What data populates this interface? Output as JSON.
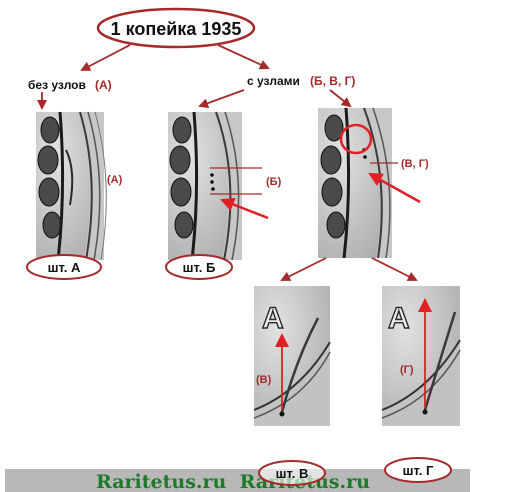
{
  "title": "1 копейка 1935",
  "branch_left": {
    "text": "без узлов",
    "code": "(А)"
  },
  "branch_right": {
    "text": "с узлами",
    "code": "(Б, В, Г)"
  },
  "annotations": {
    "a": "(А)",
    "b": "(Б)",
    "vg": "(В, Г)",
    "v": "(В)",
    "g": "(Г)"
  },
  "dies": {
    "a": "шт. А",
    "b": "шт. Б",
    "v": "шт. В",
    "g": "шт. Г"
  },
  "letter_on_coin": "А",
  "watermark": "Raritetus.ru  Raritetus.ru",
  "colors": {
    "accent": "#a52a2a",
    "arrow_red": "#e31e24",
    "ink": "#111111",
    "coin_dark": "#2a2a2a",
    "coin_mid": "#8a8a8a",
    "coin_light": "#d9d9d9",
    "watermark": "#1e7a2a",
    "banner": "#b8b8b8"
  }
}
